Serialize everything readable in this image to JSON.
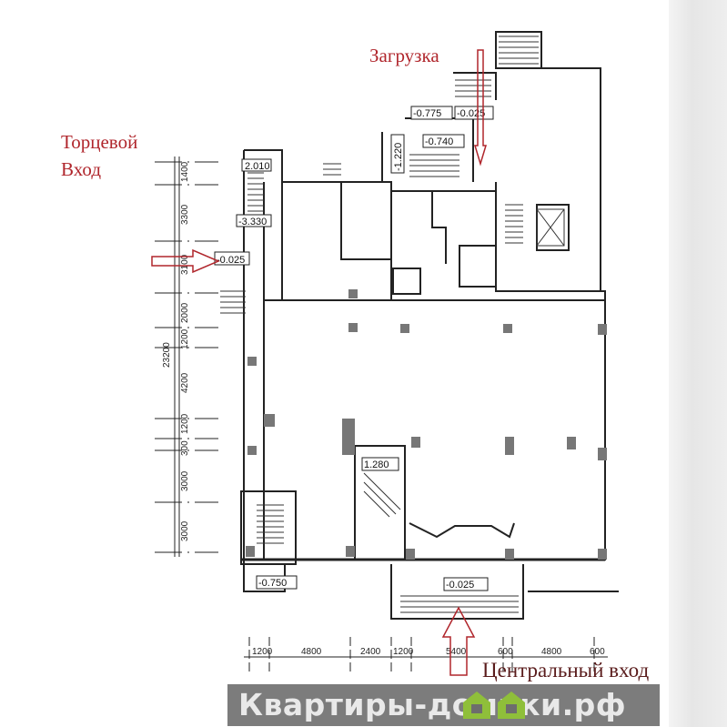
{
  "labels": {
    "loading": "Загрузка",
    "side_entrance_line1": "Торцевой",
    "side_entrance_line2": "Вход",
    "central_entrance": "Центральный вход"
  },
  "levels": {
    "l_2010": "2.010",
    "l_3330": "-3.330",
    "l_0025_side": "-0.025",
    "l_0775": "-0.775",
    "l_0025_loading": "-0.025",
    "l_0740": "-0.740",
    "l_1220": "-1.220",
    "l_1280": "1.280",
    "l_0750": "-0.750",
    "l_0025_main": "-0.025"
  },
  "dimensions_vertical": [
    "1400",
    "3300",
    "3100",
    "2000",
    "1200",
    "4200",
    "1200",
    "300",
    "3000",
    "3000"
  ],
  "dimension_total": "23200",
  "dimensions_horizontal": [
    "1200",
    "4800",
    "2400",
    "1200",
    "5400",
    "600",
    "4800",
    "600"
  ],
  "watermark": "Квартиры-домики.рф",
  "colors": {
    "arrow": "#b0262c",
    "watermark_house": "#8fbf3a"
  }
}
